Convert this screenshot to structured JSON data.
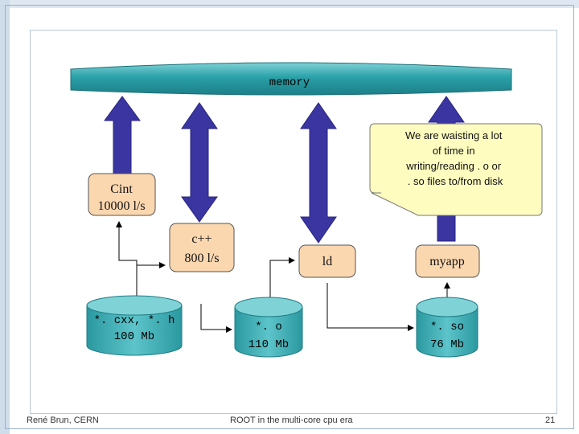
{
  "memory": {
    "label": "memory"
  },
  "boxes": {
    "cint": {
      "line1": "Cint",
      "line2": "10000 l/s"
    },
    "cpp": {
      "line1": "c++",
      "line2": "800 l/s"
    },
    "ld": {
      "label": "ld"
    },
    "myapp": {
      "label": "myapp"
    }
  },
  "disks": {
    "source": {
      "line1": "*. cxx, *. h",
      "line2": "100 Mb"
    },
    "objects": {
      "line1": "*. o",
      "line2": "110 Mb"
    },
    "shared": {
      "line1": "*. so",
      "line2": "76 Mb"
    }
  },
  "callout": {
    "lines": [
      "We are waisting a lot",
      "of time in",
      "writing/reading . o or",
      ". so files to/from disk"
    ]
  },
  "footer": {
    "author": "René Brun, CERN",
    "title": "ROOT in the multi-core cpu era",
    "page": "21"
  },
  "colors": {
    "memory_bar": "#2aa0a8",
    "disk": "#3fb0b8",
    "box": "#fbd7b0",
    "arrow": "#3a35a0",
    "callout": "#fffcc0"
  }
}
